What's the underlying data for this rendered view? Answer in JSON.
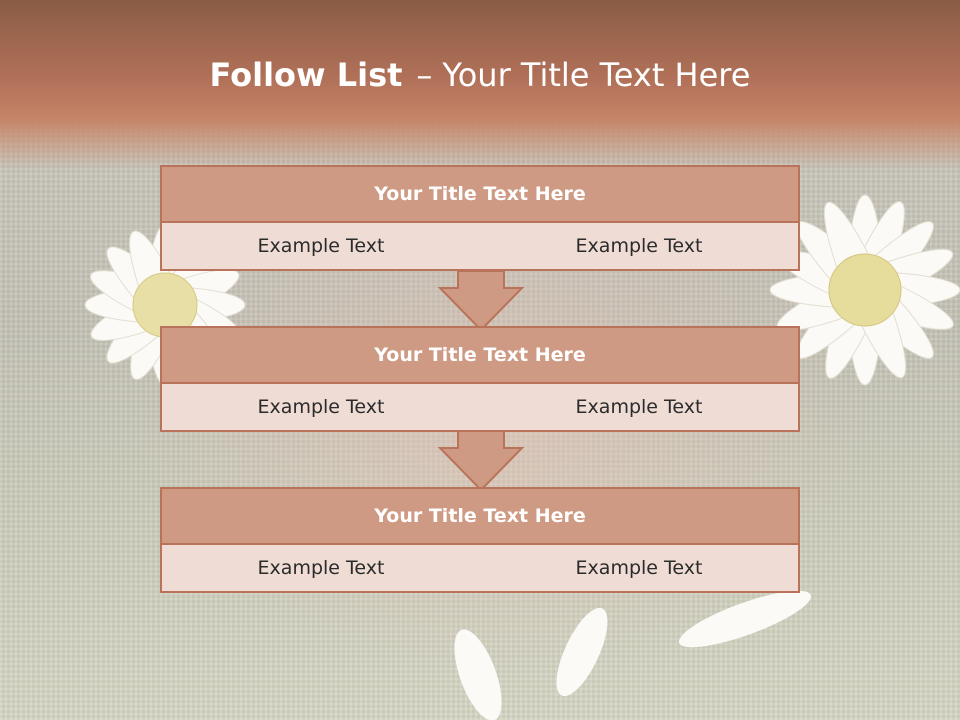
{
  "slide": {
    "title_bold": "Follow List",
    "title_separator": "–",
    "title_rest": "Your Title Text Here"
  },
  "boxes": [
    {
      "title": "Your Title Text Here",
      "left_text": "Example Text",
      "right_text": "Example Text"
    },
    {
      "title": "Your Title Text Here",
      "left_text": "Example Text",
      "right_text": "Example Text"
    },
    {
      "title": "Your Title Text Here",
      "left_text": "Example Text",
      "right_text": "Example Text"
    }
  ],
  "colors": {
    "accent": "#b8735a",
    "box_header": "#cf9a84",
    "box_cell": "#efdcd5",
    "header_band": "#b07058"
  },
  "icons": [
    "down-arrow-icon",
    "daisy-flower",
    "petal"
  ]
}
